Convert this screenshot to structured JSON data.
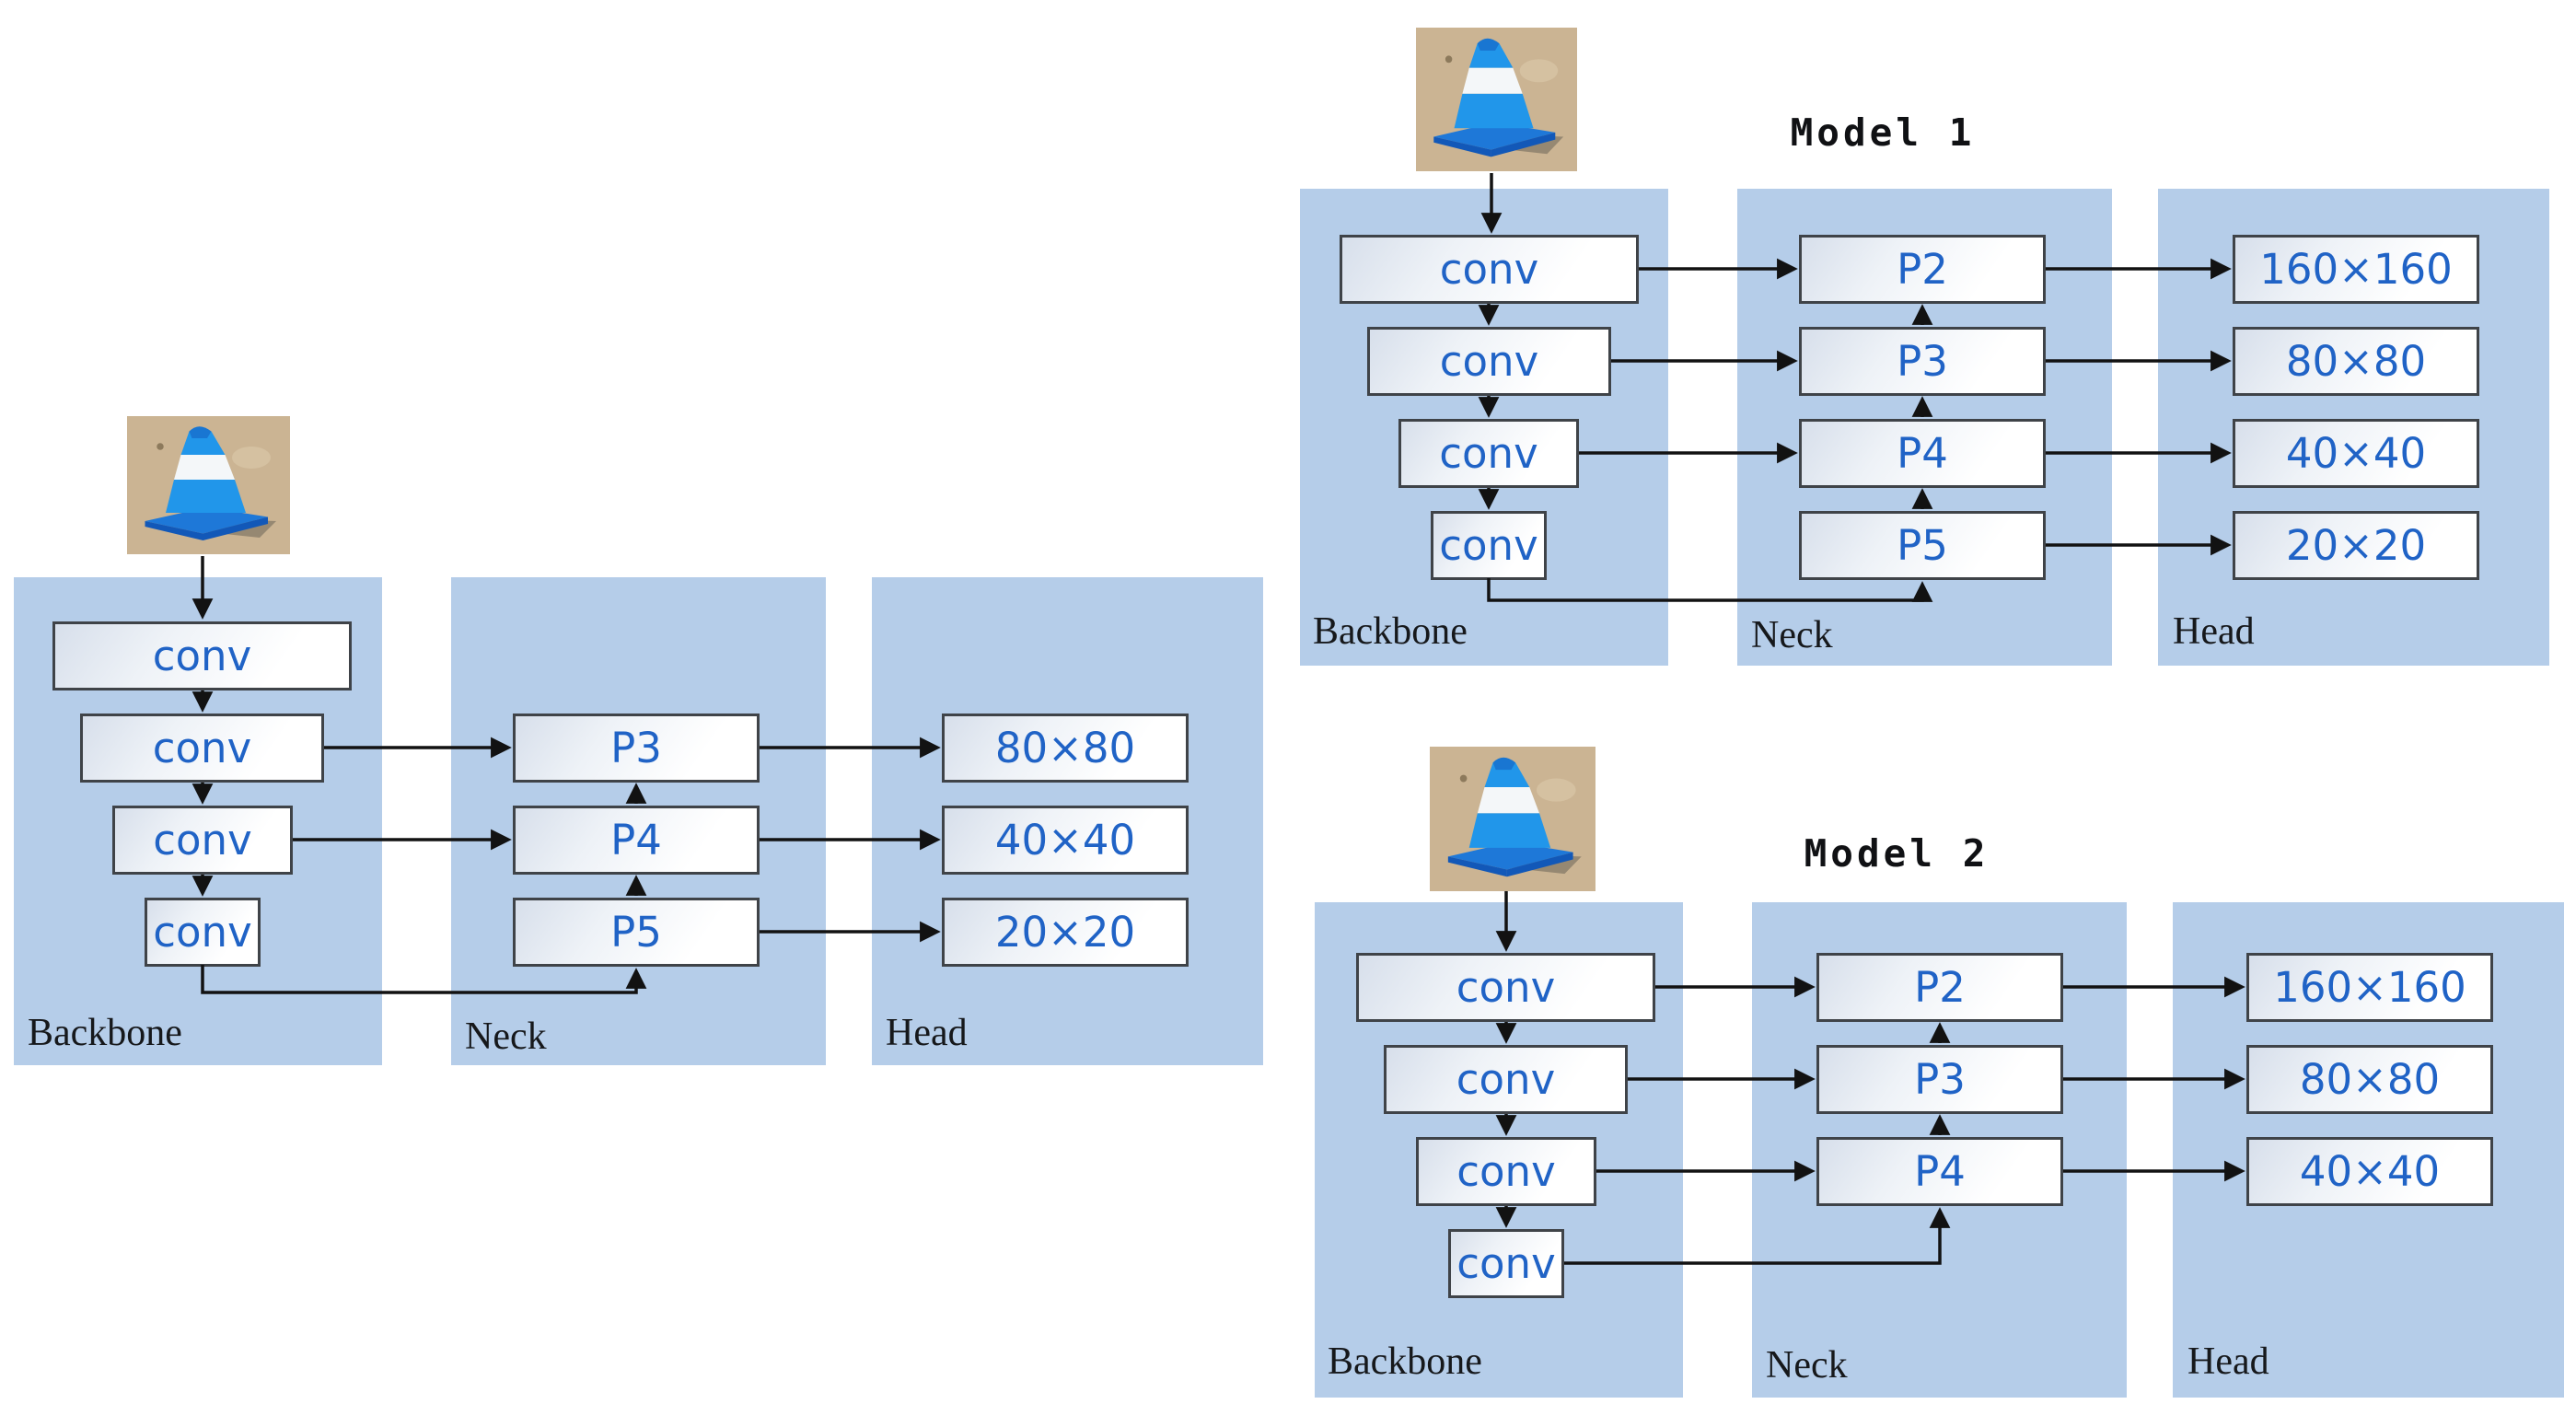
{
  "figure": {
    "type": "object-detection architecture comparison diagram",
    "input_image_alt": "blue traffic cone on sandy ground"
  },
  "colors": {
    "panel_blue": "#b5cde9",
    "box_text_blue": "#2063c6",
    "box_border_gray": "#3f4348",
    "arrow_black": "#121212",
    "label_black": "#16181b",
    "box_fill_gradient_start": "#d7dfeb",
    "box_fill_gradient_end": "#ffffff"
  },
  "diagrams": [
    {
      "id": "baseline",
      "title": "",
      "backbone": {
        "label": "Backbone",
        "convs": [
          "conv",
          "conv",
          "conv",
          "conv"
        ]
      },
      "neck": {
        "label": "Neck",
        "boxes": [
          "P3",
          "P4",
          "P5"
        ]
      },
      "head": {
        "label": "Head",
        "boxes": [
          "80×80",
          "40×40",
          "20×20"
        ]
      }
    },
    {
      "id": "model1",
      "title": "Model 1",
      "backbone": {
        "label": "Backbone",
        "convs": [
          "conv",
          "conv",
          "conv",
          "conv"
        ]
      },
      "neck": {
        "label": "Neck",
        "boxes": [
          "P2",
          "P3",
          "P4",
          "P5"
        ]
      },
      "head": {
        "label": "Head",
        "boxes": [
          "160×160",
          "80×80",
          "40×40",
          "20×20"
        ]
      }
    },
    {
      "id": "model2",
      "title": "Model 2",
      "backbone": {
        "label": "Backbone",
        "convs": [
          "conv",
          "conv",
          "conv",
          "conv"
        ]
      },
      "neck": {
        "label": "Neck",
        "boxes": [
          "P2",
          "P3",
          "P4"
        ]
      },
      "head": {
        "label": "Head",
        "boxes": [
          "160×160",
          "80×80",
          "40×40"
        ]
      }
    }
  ]
}
